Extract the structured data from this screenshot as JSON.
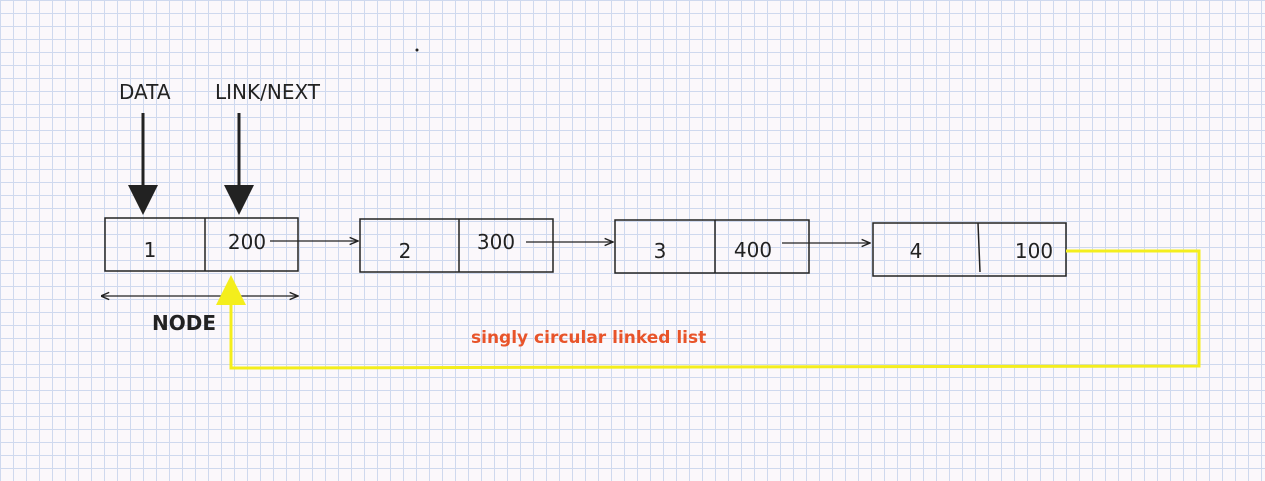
{
  "labels": {
    "data": "DATA",
    "link_next": "LINK/NEXT",
    "node": "NODE",
    "caption": "singly circular linked list"
  },
  "nodes": [
    {
      "data": "1",
      "next": "200"
    },
    {
      "data": "2",
      "next": "300"
    },
    {
      "data": "3",
      "next": "400"
    },
    {
      "data": "4",
      "next": "100"
    }
  ],
  "colors": {
    "caption": "#e8542a",
    "back_link": "#f4ee1c",
    "ink": "#222222"
  }
}
